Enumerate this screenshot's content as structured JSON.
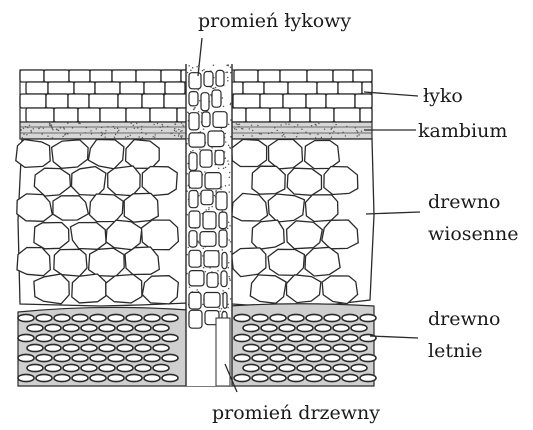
{
  "diagram": {
    "labels": {
      "phloem_ray": "promień łykowy",
      "phloem": "łyko",
      "cambium": "kambium",
      "spring_wood_1": "drewno",
      "spring_wood_2": "wiosenne",
      "summer_wood_1": "drewno",
      "summer_wood_2": "letnie",
      "wood_ray": "promień drzewny"
    }
  }
}
